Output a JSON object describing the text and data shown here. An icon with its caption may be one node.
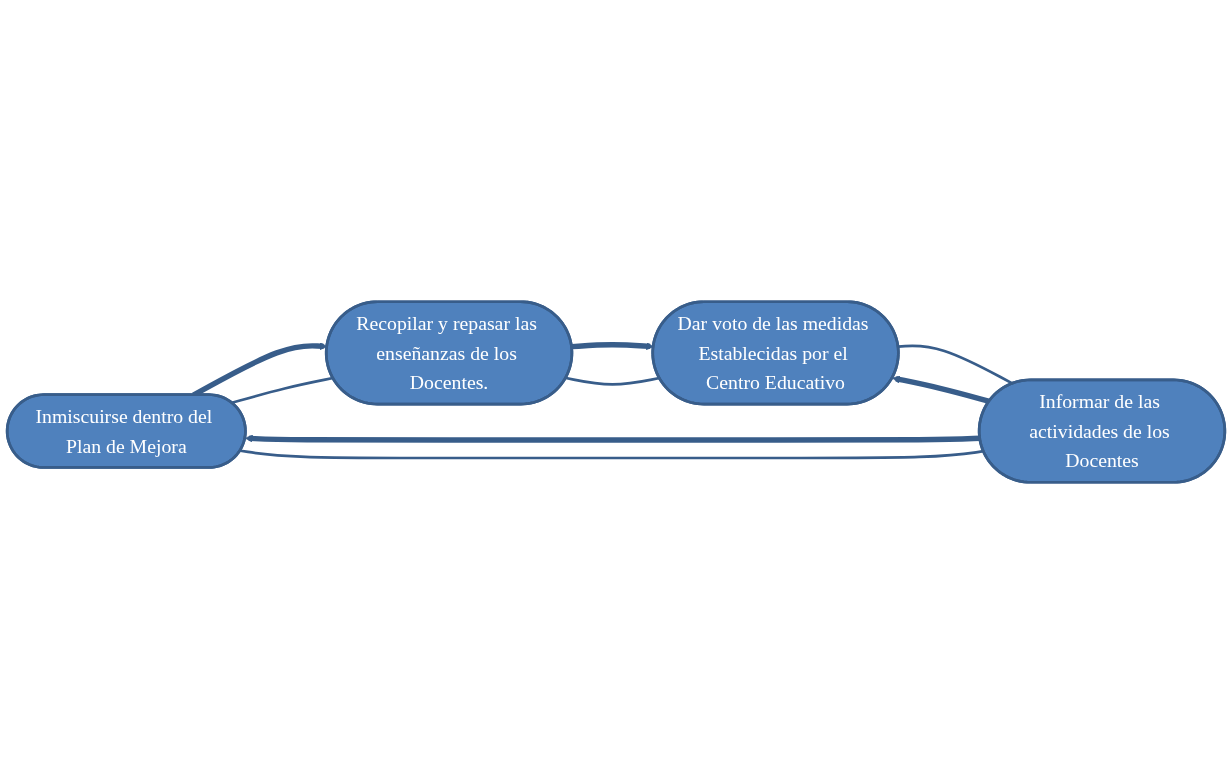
{
  "diagram": {
    "nodes": [
      {
        "text": [
          "Inmiscuirse dentro del Plan de Mejora"
        ]
      },
      {
        "text": [
          "Informar de las actividades de los Docentes"
        ]
      },
      {
        "text": [
          "Recopilar y repasar las enseñanzas de los Docentes."
        ]
      },
      {
        "text": [
          "Dar voto de las medidas Establecidas por el Centro Educativo"
        ]
      }
    ],
    "edges": [
      {
        "from": 1,
        "to": 0,
        "arrow": "to",
        "style": "thick"
      },
      {
        "from": 0,
        "to": 2,
        "arrow": "to",
        "style": "thick"
      },
      {
        "from": 2,
        "to": 3,
        "arrow": "to",
        "style": "thick"
      },
      {
        "from": 1,
        "to": 3,
        "arrow": "to",
        "style": "thick"
      },
      {
        "from": 1,
        "to": 0,
        "arrow": "none"
      },
      {
        "from": 0,
        "to": 2,
        "arrow": "none"
      },
      {
        "from": 2,
        "to": 3,
        "arrow": "none"
      },
      {
        "from": 3,
        "to": 1,
        "arrow": "none"
      }
    ]
  }
}
